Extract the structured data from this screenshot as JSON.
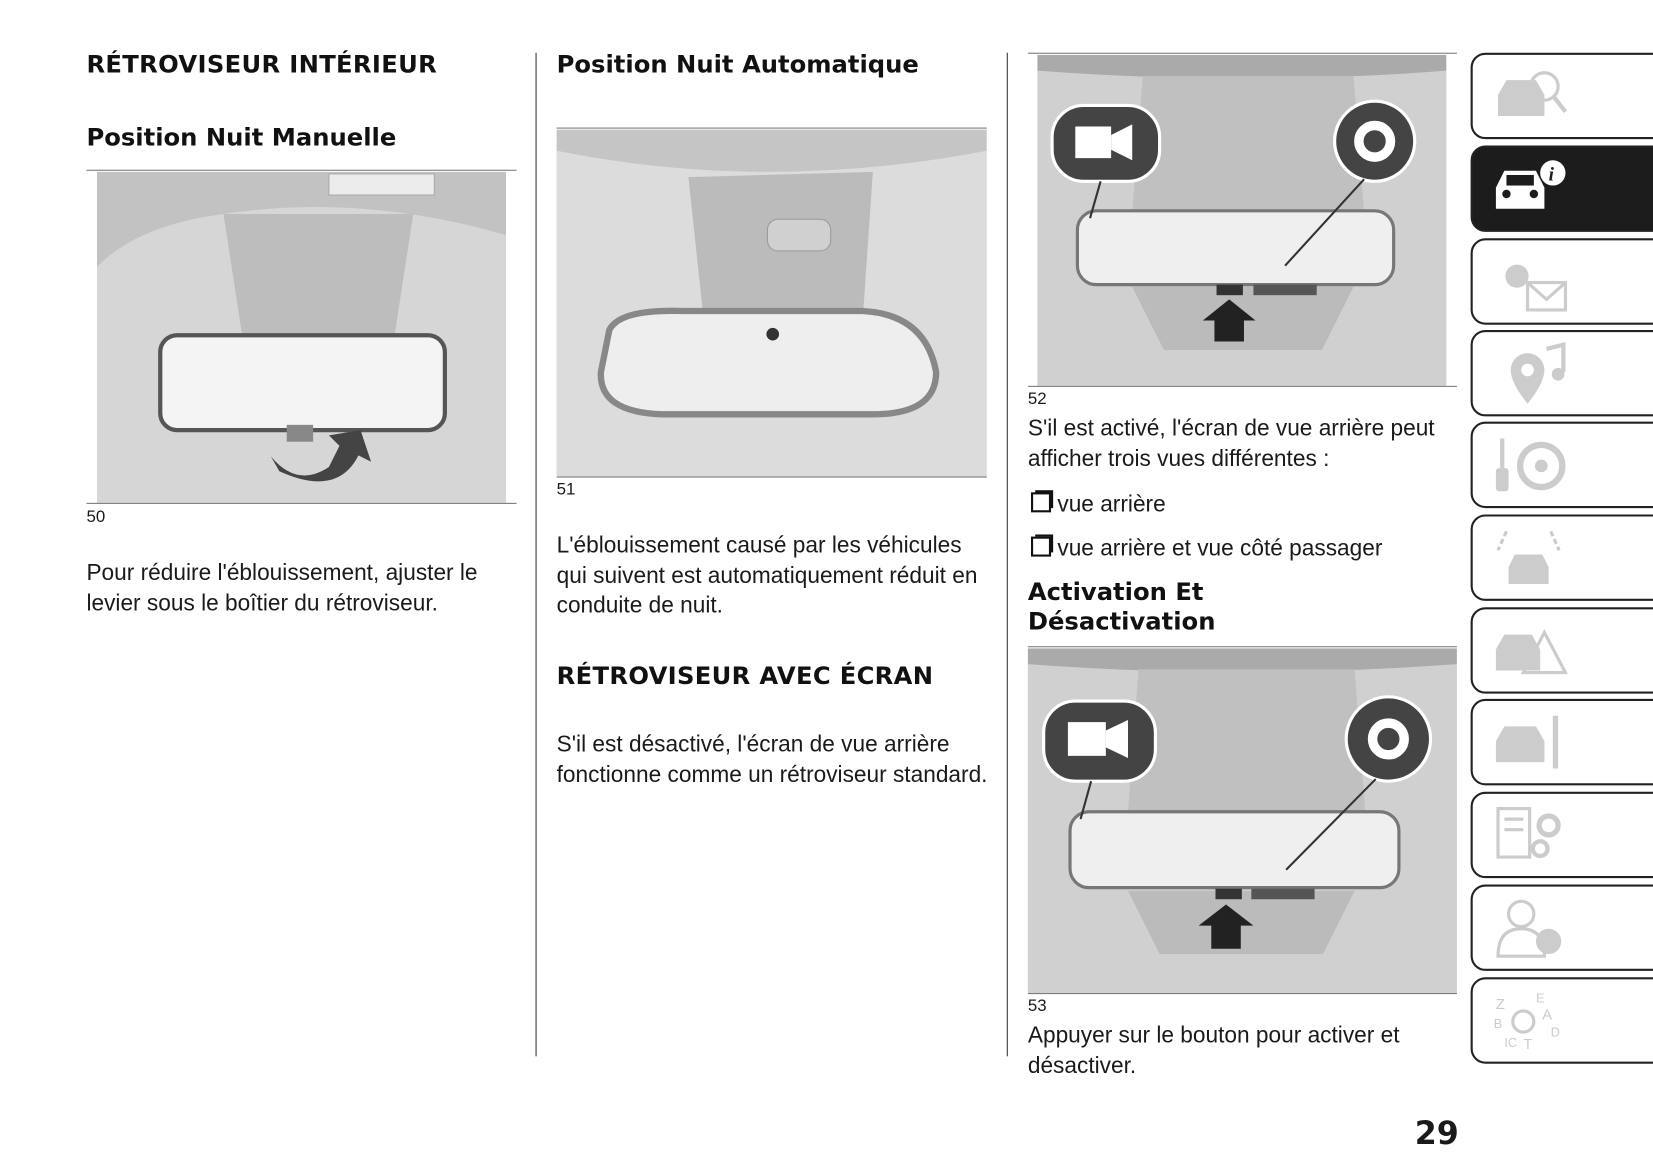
{
  "col1": {
    "heading": "RÉTROVISEUR INTÉRIEUR",
    "subheading": "Position Nuit Manuelle",
    "figure_caption": "50",
    "paragraph": "Pour réduire l'éblouissement, ajuster le levier sous le boîtier du rétroviseur."
  },
  "col2": {
    "subheading": "Position Nuit Automatique",
    "figure_caption": "51",
    "paragraph1": "L'éblouissement causé par les véhicules qui suivent est automatiquement réduit en conduite de nuit.",
    "heading2": "RÉTROVISEUR AVEC ÉCRAN",
    "paragraph2": "S'il est désactivé, l'écran de vue arrière fonctionne comme un rétroviseur standard."
  },
  "col3": {
    "figure_caption_1": "52",
    "paragraph1": "S'il est activé, l'écran de vue arrière peut afficher trois vues différentes :",
    "bullets": [
      "vue arrière",
      "vue arrière et vue côté passager"
    ],
    "subheading": "Activation Et Désactivation",
    "figure_caption_2": "53",
    "paragraph2": "Appuyer sur le bouton pour activer et désactiver."
  },
  "sidebar": {
    "tabs": [
      {
        "icon": "car-search-icon"
      },
      {
        "icon": "car-info-icon",
        "active": true
      },
      {
        "icon": "warning-light-message-icon"
      },
      {
        "icon": "media-navigation-icon"
      },
      {
        "icon": "steering-wheel-icon"
      },
      {
        "icon": "car-safety-icon"
      },
      {
        "icon": "car-emergency-icon"
      },
      {
        "icon": "car-maintenance-icon"
      },
      {
        "icon": "technical-data-icon"
      },
      {
        "icon": "person-info-icon"
      },
      {
        "icon": "alphabetical-index-icon"
      }
    ]
  },
  "page_number": "29"
}
